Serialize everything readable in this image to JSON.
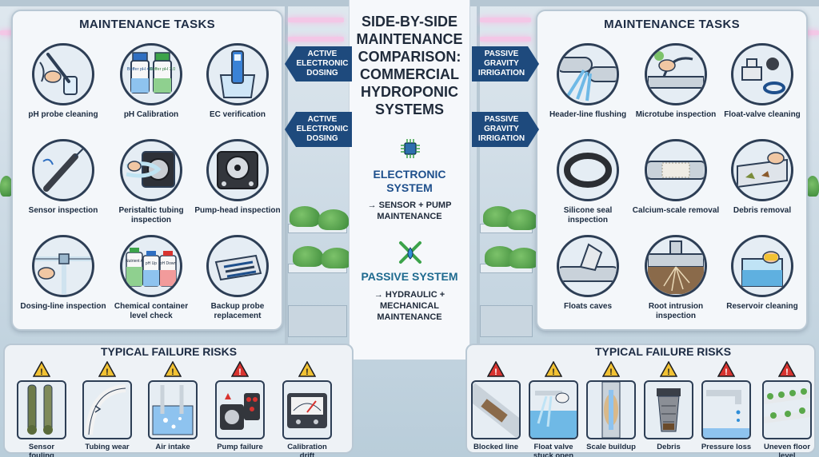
{
  "center": {
    "title_lines": [
      "SIDE-BY-SIDE",
      "MAINTENANCE",
      "COMPARISON:",
      "COMMERCIAL",
      "HYDROPONIC",
      "SYSTEMS"
    ],
    "electronic_head": [
      "ELECTRONIC",
      "SYSTEM"
    ],
    "electronic_sub": [
      "→ SENSOR + PUMP",
      "MAINTENANCE"
    ],
    "passive_head": "PASSIVE SYSTEM",
    "passive_sub": [
      "→ HYDRAULIC +",
      "MECHANICAL",
      "MAINTENANCE"
    ]
  },
  "tags": {
    "left_top": "ACTIVE ELECTRONIC DOSING",
    "left_bottom": "ACTIVE ELECTRONIC DOSING",
    "right_top": "PASSIVE GRAVITY IRRIGATION",
    "right_bottom": "PASSIVE GRAVITY IRRIGATION"
  },
  "left_panel": {
    "title": "MAINTENANCE TASKS",
    "tasks": [
      {
        "label": "pH probe cleaning",
        "icon": "probe-cleaning-icon"
      },
      {
        "label": "pH Calibration",
        "icon": "buffer-bottles-icon",
        "bottle_a": "Buffer pH 4.0",
        "bottle_b": "Buffer pH 7.0"
      },
      {
        "label": "EC verification",
        "icon": "ec-meter-icon"
      },
      {
        "label": "Sensor inspection",
        "icon": "sensor-icon"
      },
      {
        "label": "Peristaltic tubing inspection",
        "icon": "peristaltic-pump-icon"
      },
      {
        "label": "Pump-head inspection",
        "icon": "pump-head-icon"
      },
      {
        "label": "Dosing-line inspection",
        "icon": "dosing-line-icon"
      },
      {
        "label": "Chemical container level check",
        "icon": "chemical-containers-icon",
        "c1": "Nutrient A",
        "c2": "pH Up",
        "c3": "pH Down"
      },
      {
        "label": "Backup probe replacement",
        "icon": "probe-case-icon"
      }
    ]
  },
  "right_panel": {
    "title": "MAINTENANCE TASKS",
    "tasks": [
      {
        "label": "Header-line flushing",
        "icon": "pipe-flush-icon"
      },
      {
        "label": "Microtube inspection",
        "icon": "microtube-icon"
      },
      {
        "label": "Float-valve cleaning",
        "icon": "float-valve-icon"
      },
      {
        "label": "Silicone seal inspection",
        "icon": "o-ring-icon"
      },
      {
        "label": "Calcium-scale removal",
        "icon": "scaled-pipe-icon"
      },
      {
        "label": "Debris removal",
        "icon": "debris-gutter-icon"
      },
      {
        "label": "Floats caves",
        "icon": "float-cave-icon"
      },
      {
        "label": "Root intrusion inspection",
        "icon": "root-intrusion-icon"
      },
      {
        "label": "Reservoir cleaning",
        "icon": "reservoir-icon"
      }
    ]
  },
  "left_failures": {
    "title": "TYPICAL FAILURE RISKS",
    "items": [
      {
        "label": "Sensor fouling",
        "level": "warning",
        "icon": "fouled-sensor-icon"
      },
      {
        "label": "Tubing wear",
        "level": "warning",
        "icon": "worn-tubing-icon"
      },
      {
        "label": "Air intake",
        "level": "warning",
        "icon": "air-bubbles-icon"
      },
      {
        "label": "Pump failure",
        "level": "danger",
        "icon": "failed-pump-icon"
      },
      {
        "label": "Calibration drift",
        "level": "warning",
        "icon": "drift-meter-icon"
      }
    ]
  },
  "right_failures": {
    "title": "TYPICAL FAILURE RISKS",
    "items": [
      {
        "label": "Blocked line",
        "level": "danger",
        "icon": "blocked-pipe-icon"
      },
      {
        "label": "Float valve stuck open",
        "level": "warning",
        "icon": "stuck-valve-icon"
      },
      {
        "label": "Scale buildup",
        "level": "warning",
        "icon": "scale-buildup-icon"
      },
      {
        "label": "Debris",
        "level": "warning",
        "icon": "debris-filter-icon"
      },
      {
        "label": "Pressure loss",
        "level": "danger",
        "icon": "dripping-tap-icon"
      },
      {
        "label": "Uneven floor level",
        "level": "danger",
        "icon": "uneven-trays-icon"
      }
    ]
  },
  "colors": {
    "electronic": "#1e4f8c",
    "passive": "#1e6a8f",
    "tag_bg": "#1e4a7d",
    "warning": "#f2c233",
    "danger": "#d8332f"
  }
}
